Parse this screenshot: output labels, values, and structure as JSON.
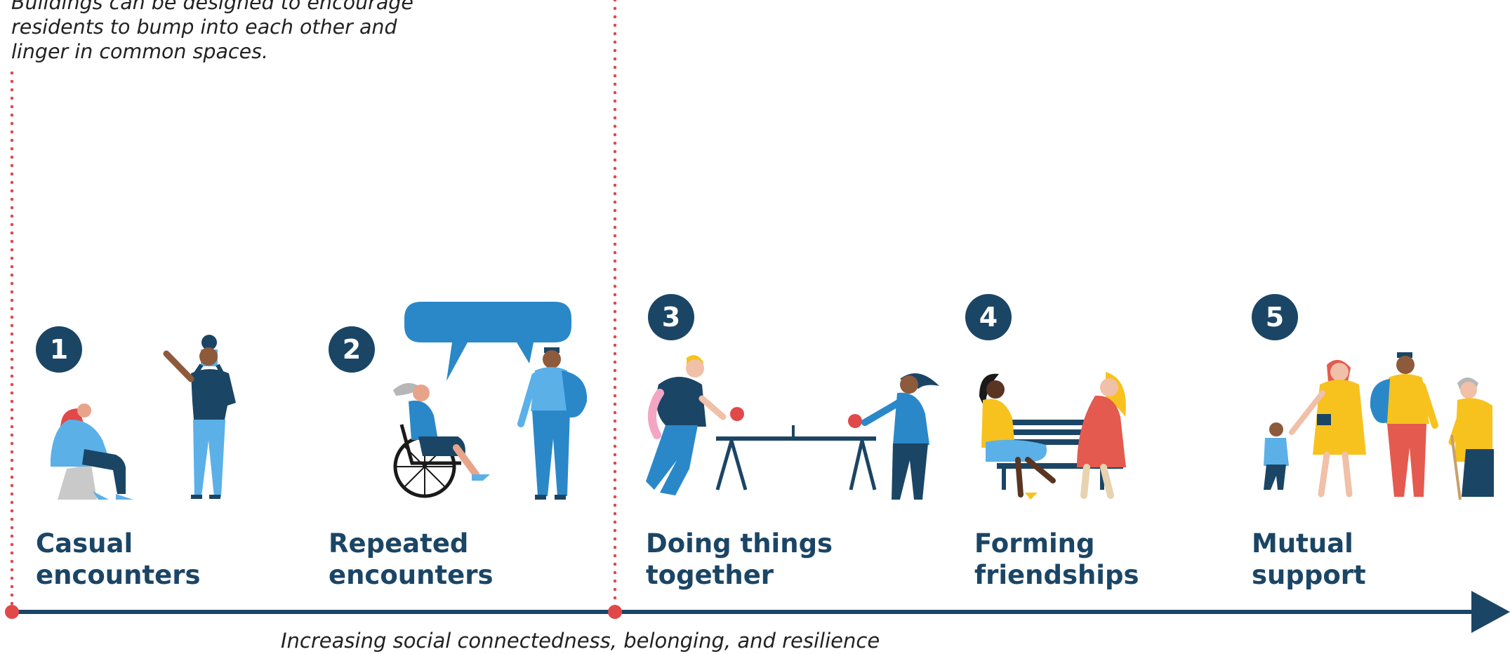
{
  "intro": {
    "lines": [
      "Buildings can be designed to encourage",
      "residents to bump into each other and",
      "linger in common spaces."
    ]
  },
  "stages": [
    {
      "number": "1",
      "title_line1": "Casual",
      "title_line2": "encounters"
    },
    {
      "number": "2",
      "title_line1": "Repeated",
      "title_line2": "encounters"
    },
    {
      "number": "3",
      "title_line1": "Doing things",
      "title_line2": "together"
    },
    {
      "number": "4",
      "title_line1": "Forming",
      "title_line2": "friendships"
    },
    {
      "number": "5",
      "title_line1": "Mutual",
      "title_line2": "support"
    }
  ],
  "axis_caption": "Increasing social connectedness, belonging, and resilience",
  "colors": {
    "navy": "#1b4565",
    "red_dots": "#e0484a",
    "light_blue": "#5bb0e8",
    "mid_blue": "#2a88c9",
    "yellow": "#f7c21d",
    "coral": "#e45a4f"
  }
}
